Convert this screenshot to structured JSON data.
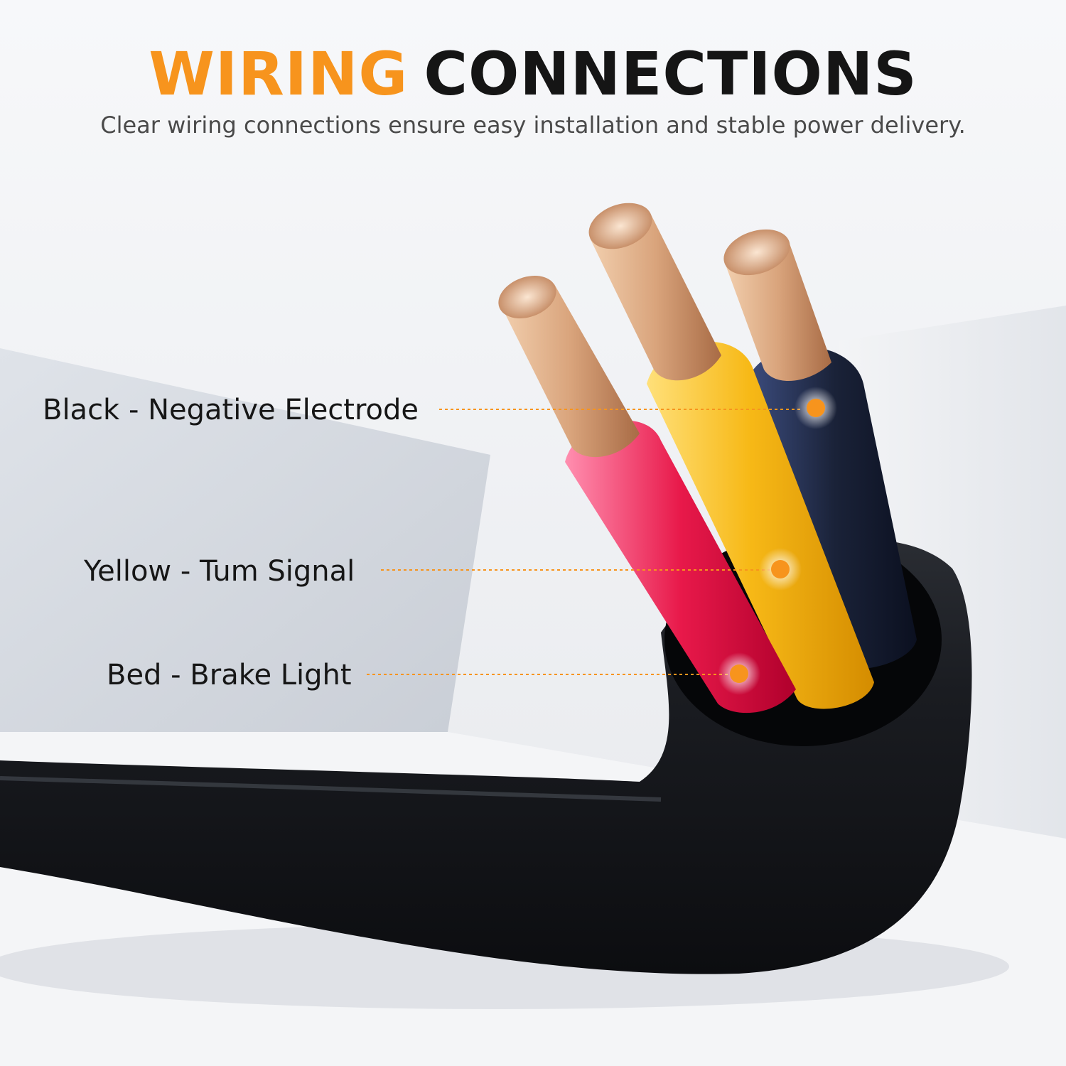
{
  "header": {
    "title_accent": "WIRING",
    "title_main": "CONNECTIONS",
    "subtitle": "Clear wiring connections ensure easy installation and stable power delivery."
  },
  "callouts": [
    {
      "label": "Black - Negative Electrode"
    },
    {
      "label": "Yellow - Tum Signal"
    },
    {
      "label": "Bed - Brake Light"
    }
  ],
  "colors": {
    "accent": "#f7941d",
    "title_dark": "#151515",
    "marker": "#f7941d",
    "wire_black": "#1a2238",
    "wire_yellow": "#f7b917",
    "wire_red": "#e8194a",
    "copper": "#d9a47c",
    "cable_jacket": "#15171c"
  }
}
